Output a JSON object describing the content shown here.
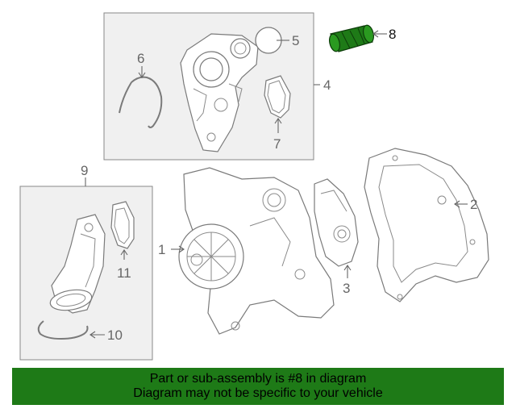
{
  "callouts": {
    "c1": "1",
    "c2": "2",
    "c3": "3",
    "c4": "4",
    "c5": "5",
    "c6": "6",
    "c7": "7",
    "c8": "8",
    "c9": "9",
    "c10": "10",
    "c11": "11"
  },
  "highlight_color": "#1e7a17",
  "banner": {
    "line1": "Part or sub-assembly is #8 in diagram",
    "line2": "Diagram may not be specific to your vehicle"
  }
}
